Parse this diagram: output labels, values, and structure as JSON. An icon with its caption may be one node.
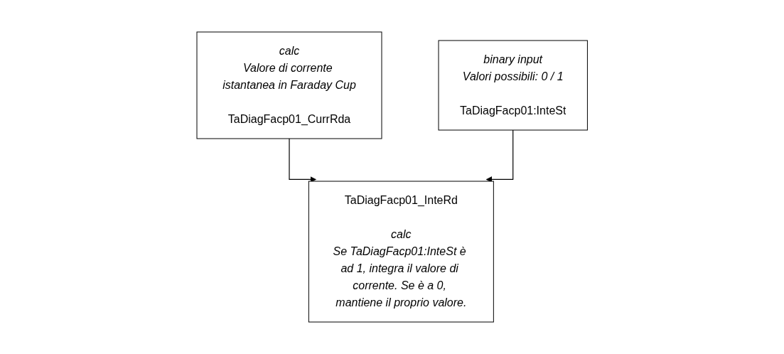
{
  "diagram": {
    "nodes": [
      {
        "text": [
          "calc",
          "Valore di corrente istantanea in Faraday Cup",
          "TaDiagFacp01_CurrRda"
        ]
      },
      {
        "text": [
          "binary input",
          "Valori possibili: 0 / 1",
          "TaDiagFacp01:InteSt"
        ]
      },
      {
        "text": [
          "TaDiagFacp01_InteRd",
          "calc",
          "Se TaDiagFacp01:InteSt è ad 1, integra il valore di corrente. Se è a 0, mantiene il proprio valore."
        ]
      }
    ],
    "edges": [
      {
        "from": 0,
        "to": 2,
        "arrow": "to"
      },
      {
        "from": 1,
        "to": 2,
        "arrow": "to"
      }
    ]
  }
}
